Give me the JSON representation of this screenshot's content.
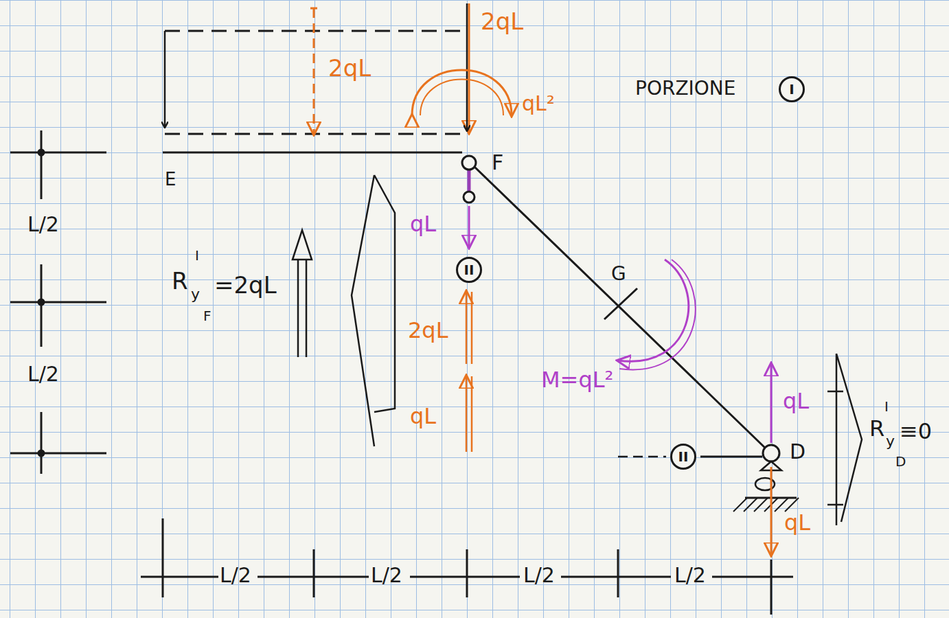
{
  "diagram": {
    "nodes": [
      {
        "text": [
          "I"
        ]
      },
      {
        "text": [
          "II"
        ]
      },
      {
        "text": [
          "II"
        ]
      }
    ],
    "labels": [
      "2qL",
      "2qL",
      "qL²",
      "PORZIONE",
      "E",
      "F",
      "L/2",
      "L/2",
      "qL",
      "R",
      "I",
      "y",
      "F",
      "=2qL",
      "G",
      "2qL",
      "qL",
      "M=qL²",
      "qL",
      "D",
      "R",
      "I",
      "y",
      "D",
      "≡0",
      "qL",
      "L/2",
      "L/2",
      "L/2",
      "L/2"
    ]
  }
}
